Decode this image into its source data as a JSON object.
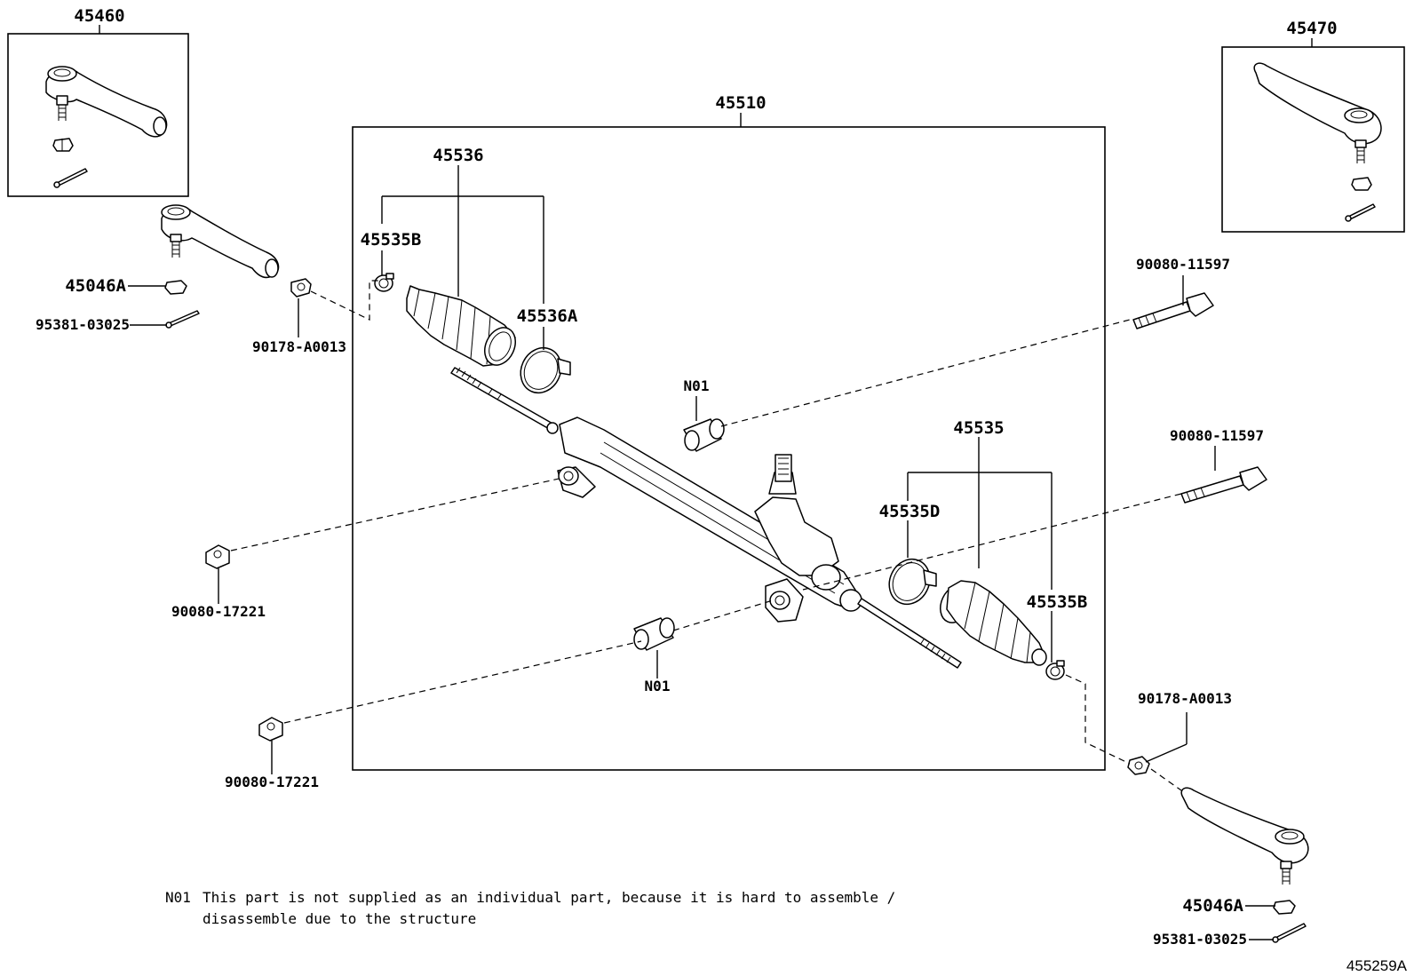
{
  "labels": {
    "tie_rod_end_lh_box": "45460",
    "tie_rod_end_rh_box": "45470",
    "gear_assembly_box": "45510",
    "boot_set_left": "45536",
    "clamp_left_small": "45535B",
    "clamp_left_large": "45536A",
    "nut_left": "45046A",
    "cotter_pin_left": "95381-03025",
    "washer_left": "90178-A0013",
    "bolt_upper": "90080-11597",
    "bolt_middle": "90080-11597",
    "bushing_upper": "N01",
    "bushing_lower": "N01",
    "nut_mount_upper": "90080-17221",
    "nut_mount_lower": "90080-17221",
    "boot_set_right": "45535",
    "clamp_right_large": "45535D",
    "clamp_right_small": "45535B",
    "washer_right": "90178-A0013",
    "nut_right": "45046A",
    "cotter_pin_right": "95381-03025"
  },
  "footnote": {
    "code": "N01",
    "line1": "This part is not supplied as an individual part, because it is hard to assemble /",
    "line2": "disassemble due to the structure"
  },
  "diagram_ref": "455259A"
}
